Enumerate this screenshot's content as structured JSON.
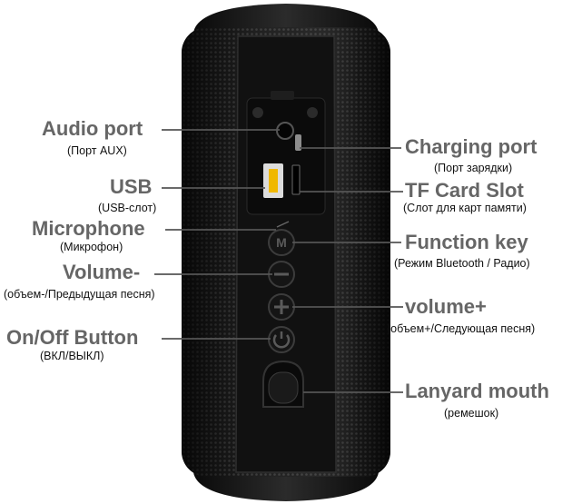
{
  "callouts": {
    "audio_port": {
      "title": "Audio port",
      "subtitle": "(Порт AUX)"
    },
    "usb": {
      "title": "USB",
      "subtitle": "(USB-слот)"
    },
    "microphone": {
      "title": "Microphone",
      "subtitle": "(Микрофон)"
    },
    "volume_minus": {
      "title": "Volume-",
      "subtitle": "(объем-/Предыдущая песня)"
    },
    "on_off": {
      "title": "On/Off Button",
      "subtitle": "(ВКЛ/ВЫКЛ)"
    },
    "charging_port": {
      "title": "Charging port",
      "subtitle": "(Порт зарядки)"
    },
    "tf_card": {
      "title": "TF Card Slot",
      "subtitle": "(Слот для карт памяти)"
    },
    "function_key": {
      "title": "Function key",
      "subtitle": "(Режим Bluetooth / Радио)"
    },
    "volume_plus": {
      "title": "volume+",
      "subtitle": "(объем+/Следующая песня)"
    },
    "lanyard": {
      "title": "Lanyard mouth",
      "subtitle": "(ремешок)"
    }
  },
  "colors": {
    "label": "#666666",
    "subtitle": "#111111",
    "speaker_body": "#141414",
    "mesh": "#2a2a2a",
    "leader": "#555555"
  },
  "icons": [
    "power-icon",
    "plus-icon",
    "minus-icon",
    "mode-icon"
  ]
}
